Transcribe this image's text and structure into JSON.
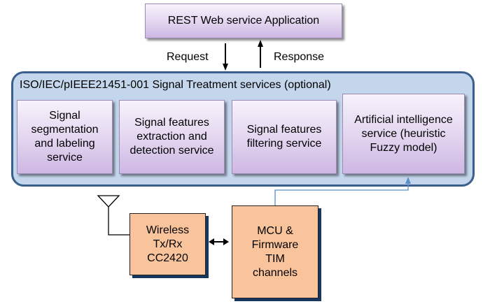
{
  "rest_app": {
    "label": "REST Web service Application"
  },
  "arrows": {
    "request": "Request",
    "response": "Response"
  },
  "container": {
    "title": "ISO/IEC/pIEEE21451-001 Signal Treatment services (optional)"
  },
  "services": [
    {
      "label": "Signal segmentation and labeling service"
    },
    {
      "label": "Signal features extraction and detection service"
    },
    {
      "label": "Signal features filtering service"
    },
    {
      "label": "Artificial intelligence service (heuristic Fuzzy model)"
    }
  ],
  "wireless": {
    "label": "Wireless Tx/Rx CC2420"
  },
  "mcu": {
    "label": "MCU & Firmware TIM channels"
  },
  "colors": {
    "service_fill": "#e2d4ef",
    "container_fill": "#c3d6ec",
    "container_border": "#3a5f8c",
    "hardware_fill": "#f9c49b",
    "link_line": "#5b8fc9"
  }
}
